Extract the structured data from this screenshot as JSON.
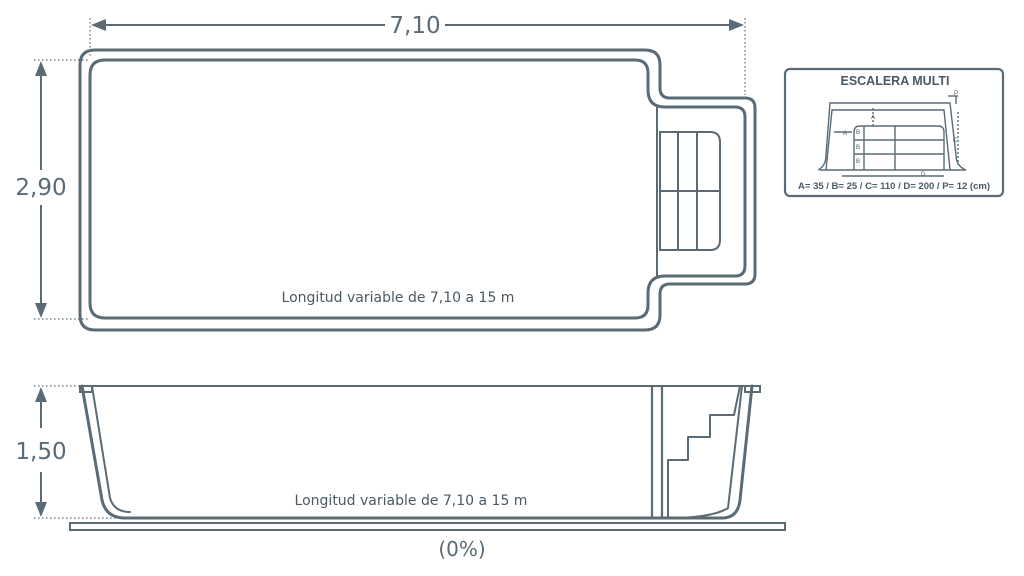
{
  "dimensions": {
    "length": "7,10",
    "width": "2,90",
    "depth": "1,50"
  },
  "notes": {
    "plan_length_note": "Longitud variable de 7,10 a 15 m",
    "section_length_note": "Longitud variable de 7,10 a 15 m",
    "slope": "(0%)"
  },
  "legend": {
    "title": "ESCALERA MULTI",
    "specs": "A= 35 / B= 25 / C= 110 / D= 200 / P= 12 (cm)",
    "letters": {
      "a": "A",
      "b": "B",
      "c": "C",
      "d": "D",
      "p": "P"
    }
  },
  "colors": {
    "line": "#5b6b76",
    "text": "#4a5963"
  }
}
